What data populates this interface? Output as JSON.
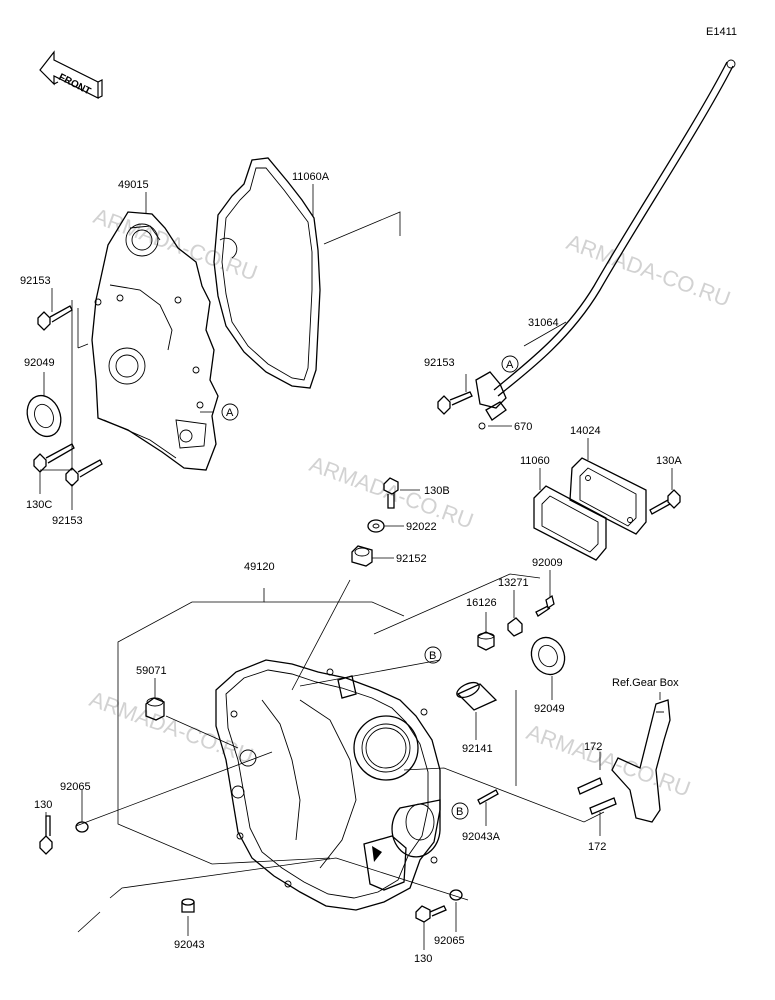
{
  "diagram_code": "E1411",
  "front_label": "FRONT",
  "watermark": "ARMADA-CO.RU",
  "callouts": {
    "a": "A",
    "b": "B"
  },
  "labels": {
    "p49015": "49015",
    "p11060A": "11060A",
    "p92153_top": "92153",
    "p92049_left": "92049",
    "p130C": "130C",
    "p92153_bottom": "92153",
    "p31064": "31064",
    "p92153_right": "92153",
    "p670": "670",
    "p14024": "14024",
    "p11060": "11060",
    "p130A": "130A",
    "p130B": "130B",
    "p92022": "92022",
    "p92152": "92152",
    "p49120": "49120",
    "p92009": "92009",
    "p13271": "13271",
    "p16126": "16126",
    "p59071": "59071",
    "p92049_right": "92049",
    "p92141": "92141",
    "p92065_left": "92065",
    "p130_left": "130",
    "p92043A": "92043A",
    "p172_top": "172",
    "p172_bottom": "172",
    "ref_gear_box": "Ref.Gear Box",
    "p92043": "92043",
    "p92065_bottom": "92065",
    "p130_bottom": "130"
  }
}
